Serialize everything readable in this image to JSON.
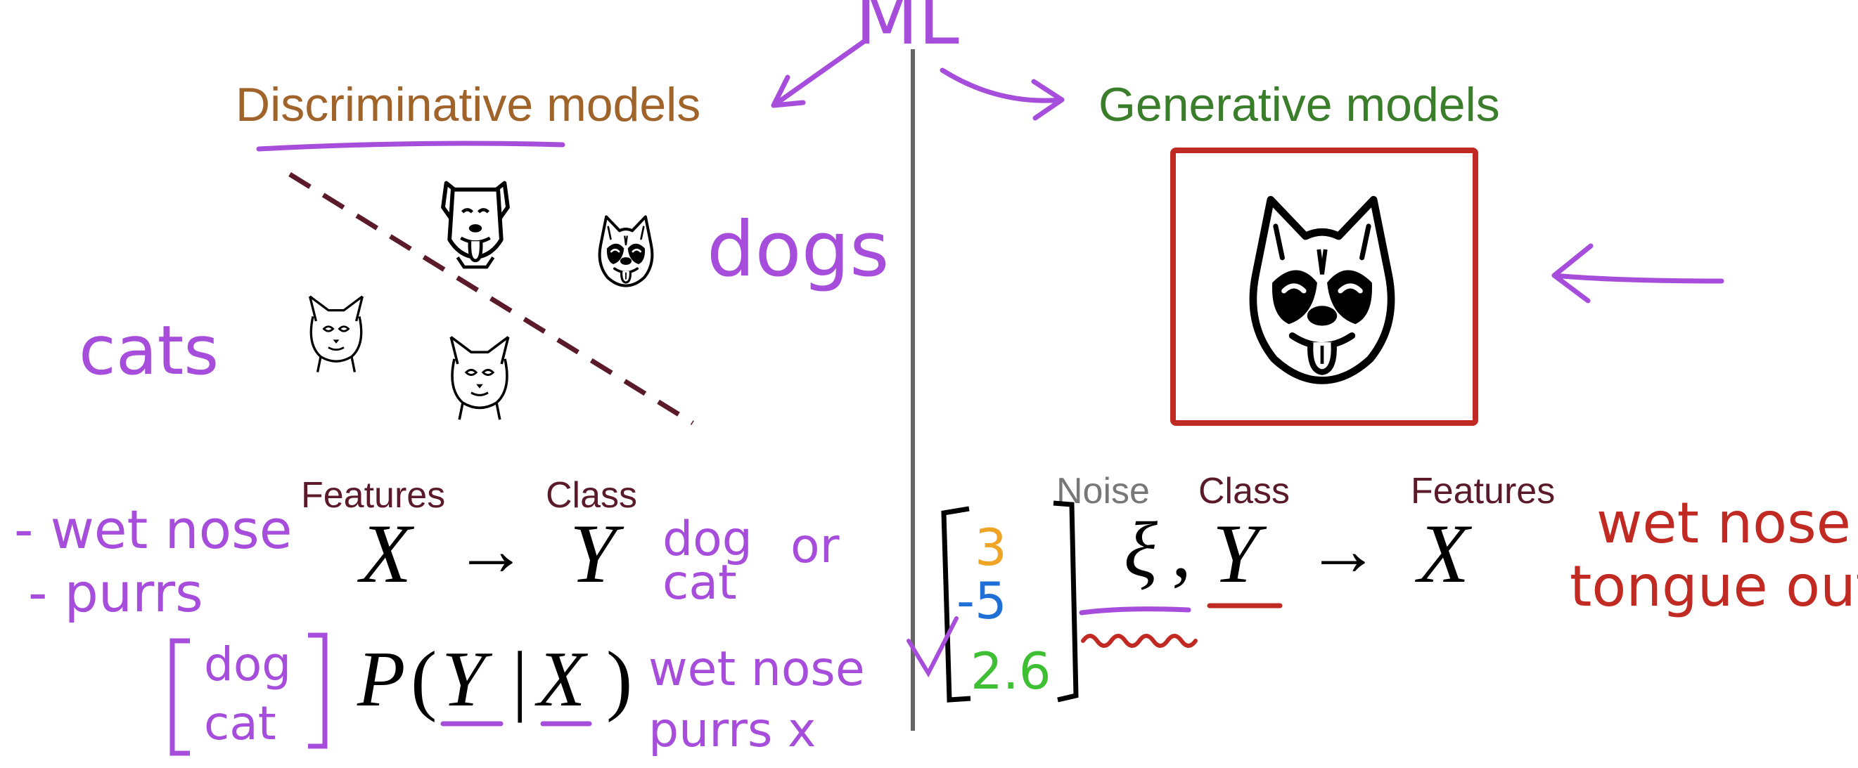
{
  "ink": {
    "purple": "#a64ddb",
    "red": "#c02a22",
    "orange": "#f0a426",
    "blue": "#1f6fd6",
    "green": "#3fbf33",
    "brown_title": "#a0632a",
    "green_title": "#3a7d2a",
    "label_maroon": "#5a1a2a",
    "label_gray": "#777777",
    "divider": "#666666",
    "boundary": "#5a1a2a"
  },
  "top_note": "ML",
  "left": {
    "title": "Discriminative models",
    "dogs_note": "dogs",
    "cats_note": "cats",
    "animals": [
      "dog-icon",
      "husky-icon",
      "cat-icon",
      "cat-icon"
    ],
    "features_label": "Features",
    "class_label": "Class",
    "eq_x": "X",
    "eq_arrow": "→",
    "eq_y": "Y",
    "prob_p": "P",
    "prob_open": "(",
    "prob_y": "Y",
    "prob_bar": "|",
    "prob_x": "X",
    "prob_close": ")",
    "feature_notes": [
      "- wet nose",
      "- purrs"
    ],
    "class_note_lines": [
      "dog",
      "cat"
    ],
    "class_note_or": "or",
    "vector_lines": [
      "dog",
      "cat"
    ],
    "prob_note_lines": [
      "wet nose",
      "purrs x"
    ]
  },
  "right": {
    "title": "Generative models",
    "noise_label": "Noise",
    "class_label": "Class",
    "features_label": "Features",
    "eq_xi": "ξ",
    "eq_comma": ",",
    "eq_y": "Y",
    "eq_arrow": "→",
    "eq_x": "X",
    "noise_vector": [
      "3",
      "-5",
      "2.6"
    ],
    "output_note_lines": [
      "wet nose",
      "tongue out"
    ],
    "output_icon": "husky-icon"
  }
}
